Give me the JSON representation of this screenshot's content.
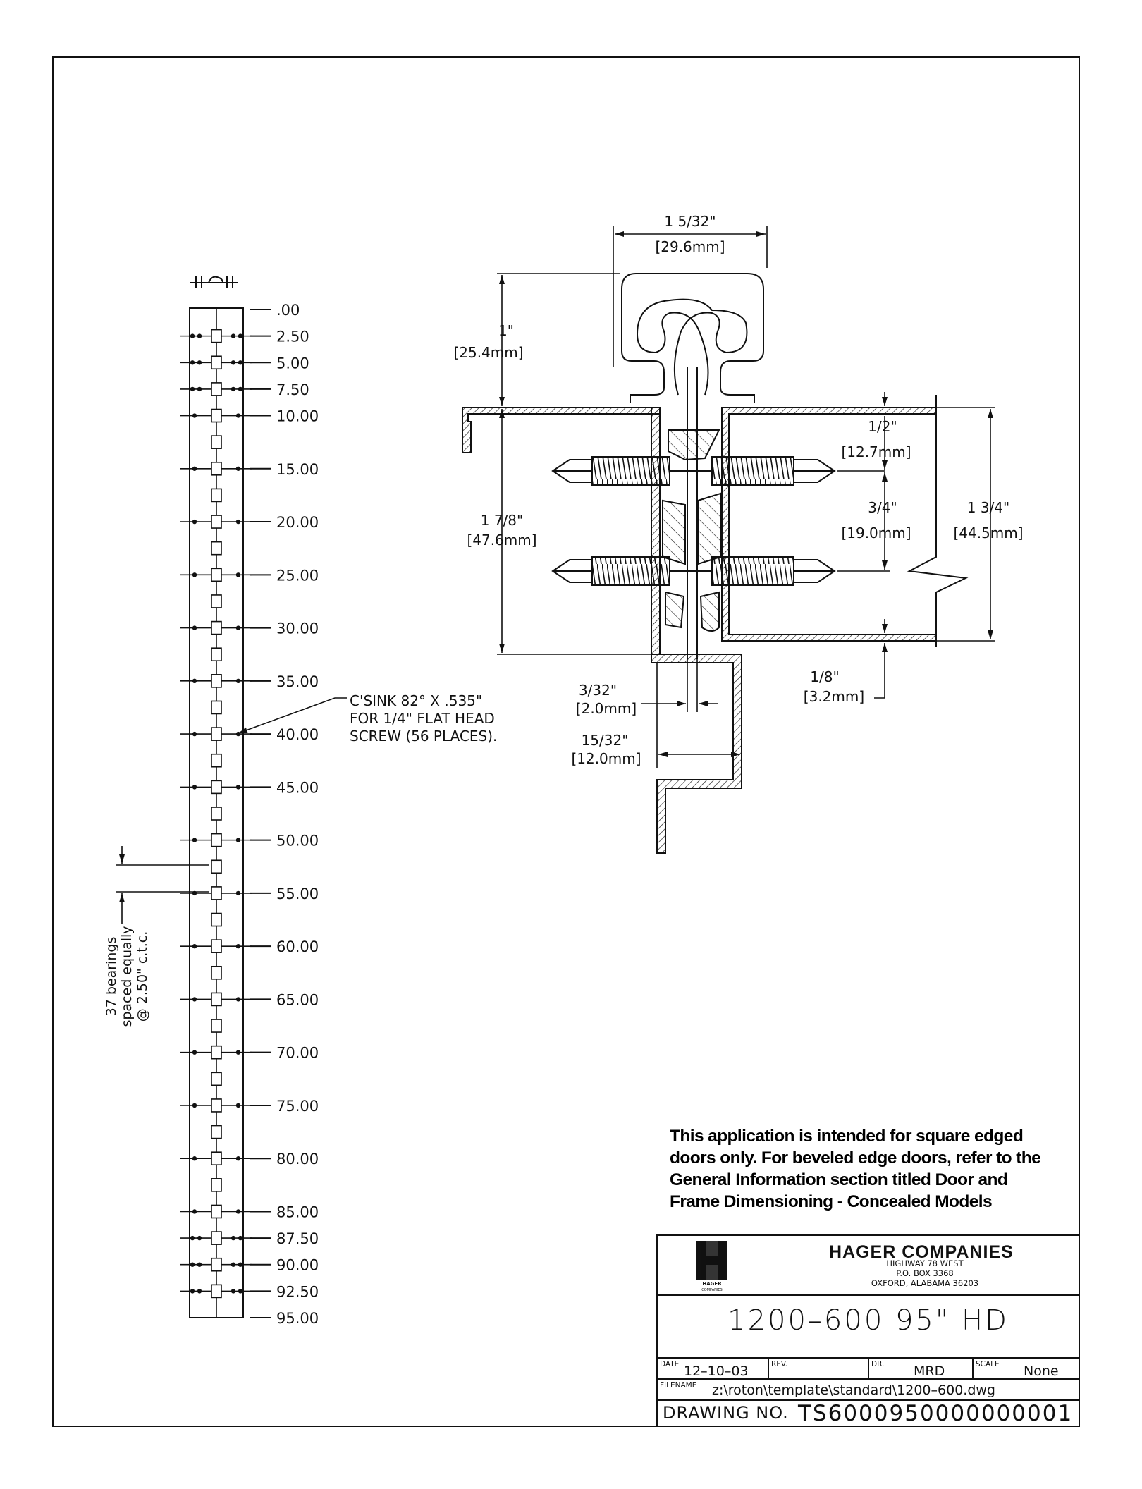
{
  "hinge_strip": {
    "marks": [
      ".00",
      "2.50",
      "5.00",
      "7.50",
      "10.00",
      "15.00",
      "20.00",
      "25.00",
      "30.00",
      "35.00",
      "40.00",
      "45.00",
      "50.00",
      "55.00",
      "60.00",
      "65.00",
      "70.00",
      "75.00",
      "80.00",
      "85.00",
      "87.50",
      "90.00",
      "92.50",
      "95.00"
    ],
    "bearing_note": [
      "37 bearings",
      "spaced equally",
      "@ 2.50\" c.t.c."
    ],
    "screw_note": [
      "C'SINK 82° X .535\"",
      "FOR 1/4\" FLAT HEAD",
      "SCREW (56 PLACES)."
    ]
  },
  "section": {
    "width_in": "1 5/32\"",
    "width_mm": "[29.6mm]",
    "height_in": "1\"",
    "height_mm": "[25.4mm]",
    "left_in": "1 7/8\"",
    "left_mm": "[47.6mm]",
    "half_in": "1/2\"",
    "half_mm": "[12.7mm]",
    "screw_in": "3/4\"",
    "screw_mm": "[19.0mm]",
    "door_in": "1 3/4\"",
    "door_mm": "[44.5mm]",
    "gap_in": "3/32\"",
    "gap_mm": "[2.0mm]",
    "eighth_in": "1/8\"",
    "eighth_mm": "[3.2mm]",
    "offset_in": "15/32\"",
    "offset_mm": "[12.0mm]"
  },
  "note": [
    "This application is intended for square edged",
    "doors only.  For beveled edge doors, refer to the",
    "General Information section titled Door and",
    "Frame Dimensioning - Concealed Models"
  ],
  "title_block": {
    "company": "HAGER COMPANIES",
    "address": [
      "HIGHWAY 78 WEST",
      "P.O. BOX 3368",
      "OXFORD, ALABAMA 36203"
    ],
    "logo_text": [
      "HAGER",
      "COMPANIES"
    ],
    "title": "1200–600  95\"  HD",
    "date_label": "DATE",
    "date": "12–10–03",
    "rev_label": "REV.",
    "dr_label": "DR.",
    "drawn_by": "MRD",
    "scale_label": "SCALE",
    "scale": "None",
    "filename_label": "FILENAME",
    "filename": "z:\\roton\\template\\standard\\1200–600.dwg",
    "drawing_no_label": "DRAWING NO.",
    "drawing_no": "TS6000950000000001"
  }
}
